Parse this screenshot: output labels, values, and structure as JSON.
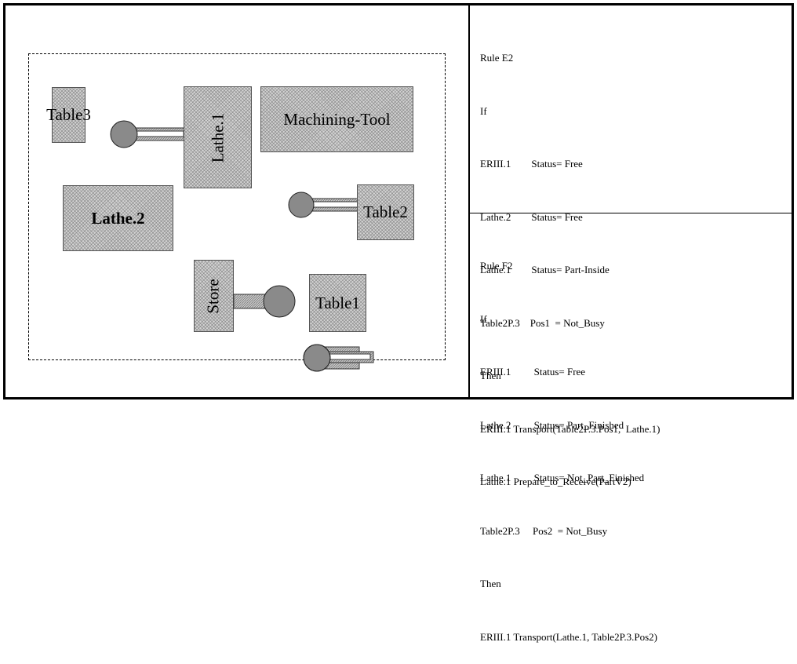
{
  "diagram": {
    "boxes": {
      "table3": "Table3",
      "lathe1": "Lathe.1",
      "machining_tool": "Machining-Tool",
      "lathe2": "Lathe.2",
      "table2": "Table2",
      "store": "Store",
      "table1": "Table1"
    }
  },
  "rules": [
    {
      "lines": [
        "Rule E2",
        "If",
        "ERIII.1        Status= Free",
        "Lathe.2        Status= Free",
        "Lathe.1        Status= Part-Inside",
        "Table2P.3    Pos1  = Not_Busy",
        "Then",
        "ERIII.1 Transport(Table2P.3.Pos1,  Lathe.1)",
        "Lathe.1 Prepare_to_Receive(PartV2)"
      ]
    },
    {
      "lines": [
        "Rule F2",
        "If",
        "ERIII.1         Status= Free",
        "Lathe.2         Status= Part_Finished",
        "Lathe.1         Status= Not_Part_Finished",
        "Table2P.3     Pos2  = Not_Busy",
        "Then",
        "ERIII.1 Transport(Lathe.1, Table2P.3.Pos2)"
      ]
    }
  ]
}
